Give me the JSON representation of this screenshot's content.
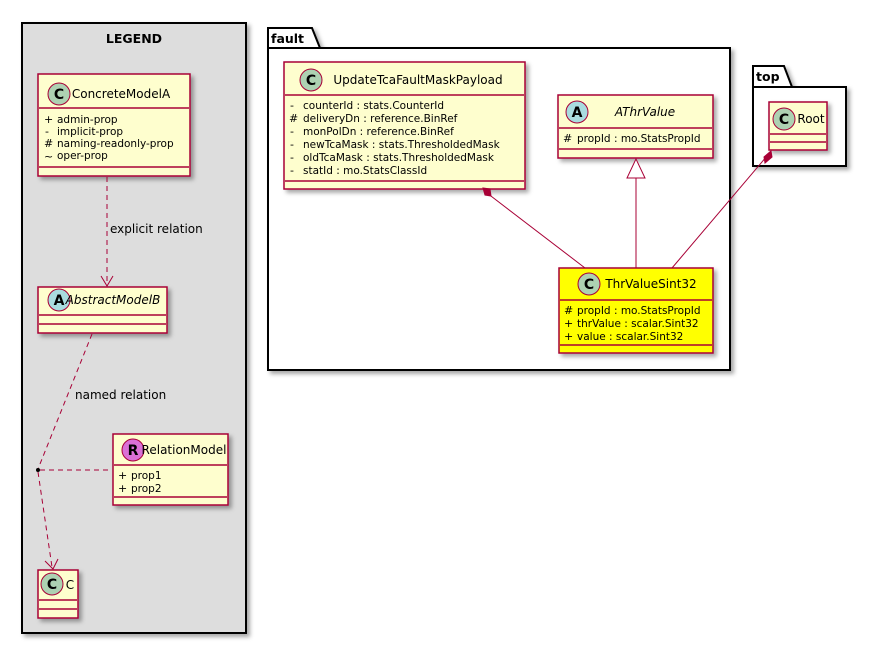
{
  "colors": {
    "class_fill": "#FEFECE",
    "class_border": "#A80036",
    "highlight_fill": "#FFFF00",
    "legend_fill": "#DDDDDD",
    "stereo_c": "#ADD1B2",
    "stereo_a": "#A9DCDF",
    "stereo_r": "#DA70D6",
    "package_border": "#000000"
  },
  "legend": {
    "title": "LEGEND",
    "concrete": {
      "stereotype": "C",
      "name": "ConcreteModelA",
      "props": [
        {
          "vis": "+",
          "name": "admin-prop"
        },
        {
          "vis": "-",
          "name": "implicit-prop"
        },
        {
          "vis": "#",
          "name": "naming-readonly-prop"
        },
        {
          "vis": "~",
          "name": "oper-prop"
        }
      ]
    },
    "abstract": {
      "stereotype": "A",
      "name": "AbstractModelB"
    },
    "relation_model": {
      "stereotype": "R",
      "name": "RelationModel",
      "props": [
        {
          "vis": "+",
          "name": "prop1"
        },
        {
          "vis": "+",
          "name": "prop2"
        }
      ]
    },
    "c_class": {
      "stereotype": "C",
      "name": "C"
    },
    "explicit_label": "explicit relation",
    "named_label": "named relation"
  },
  "fault": {
    "title": "fault",
    "update": {
      "stereotype": "C",
      "name": "UpdateTcaFaultMaskPayload",
      "props": [
        {
          "vis": "-",
          "name": "counterId : stats.CounterId"
        },
        {
          "vis": "#",
          "name": "deliveryDn : reference.BinRef"
        },
        {
          "vis": "-",
          "name": "monPolDn : reference.BinRef"
        },
        {
          "vis": "-",
          "name": "newTcaMask : stats.ThresholdedMask"
        },
        {
          "vis": "-",
          "name": "oldTcaMask : stats.ThresholdedMask"
        },
        {
          "vis": "-",
          "name": "statId : mo.StatsClassId"
        }
      ]
    },
    "athr": {
      "stereotype": "A",
      "name": "AThrValue",
      "props": [
        {
          "vis": "#",
          "name": "propId : mo.StatsPropId"
        }
      ]
    },
    "thr": {
      "stereotype": "C",
      "name": "ThrValueSint32",
      "props": [
        {
          "vis": "#",
          "name": "propId : mo.StatsPropId"
        },
        {
          "vis": "+",
          "name": "thrValue : scalar.Sint32"
        },
        {
          "vis": "+",
          "name": "value : scalar.Sint32"
        }
      ]
    }
  },
  "top": {
    "title": "top",
    "root": {
      "stereotype": "C",
      "name": "Root"
    }
  }
}
